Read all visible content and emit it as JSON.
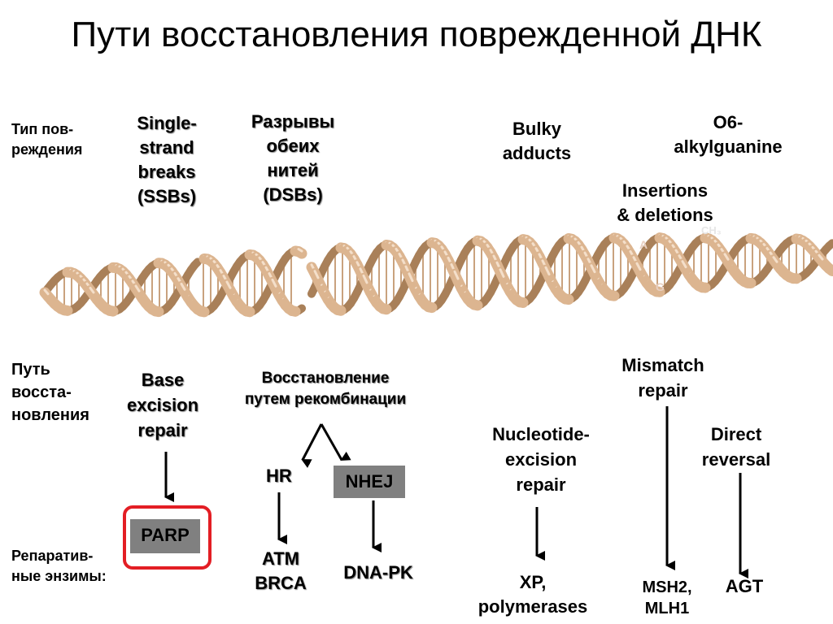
{
  "title": "Пути восстановления поврежденной ДНК",
  "row_labels": {
    "damage": [
      "Тип пов-",
      "реждения"
    ],
    "pathway": [
      "Путь",
      "восста-",
      "новления"
    ],
    "enzymes": [
      "Репаратив-",
      "ные энзимы:"
    ]
  },
  "damage_types": {
    "ssb": [
      "Single-",
      "strand",
      "breaks",
      "(SSBs)"
    ],
    "dsb": [
      "Разрывы",
      "обеих",
      "нитей",
      "(DSBs)"
    ],
    "bulky": [
      "Bulky",
      "adducts"
    ],
    "o6": [
      "O6-",
      "alkylguanine"
    ],
    "indel": [
      "Insertions",
      "& deletions"
    ]
  },
  "helix_labels": {
    "a": "A",
    "g": "G",
    "ch3": "CH₃"
  },
  "pathways": {
    "ber": [
      "Base",
      "excision",
      "repair"
    ],
    "recomb": [
      "Восстановление",
      "путем рекомбинации"
    ],
    "hr": "HR",
    "nhej": "NHEJ",
    "ner": [
      "Nucleotide-",
      "excision",
      "repair"
    ],
    "mmr": [
      "Mismatch",
      "repair"
    ],
    "direct": [
      "Direct",
      "reversal"
    ]
  },
  "enzymes": {
    "parp": "PARP",
    "atm_brca": [
      "ATM",
      "BRCA"
    ],
    "dnapk": "DNA-PK",
    "xp": [
      "XP,",
      "polymerases"
    ],
    "msh": [
      "MSH2,",
      "MLH1"
    ],
    "agt": "AGT"
  },
  "colors": {
    "helix": "#d9b08c",
    "helix_dark": "#a87a52",
    "highlight": "#e31e24",
    "box": "#808080"
  }
}
